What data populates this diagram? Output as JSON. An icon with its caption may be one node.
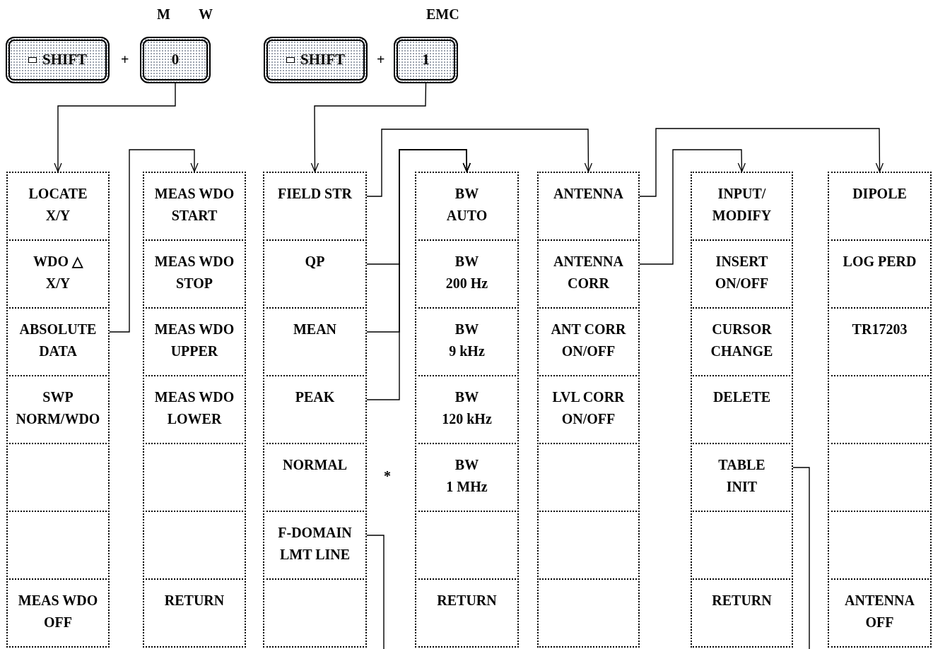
{
  "diagram": {
    "nodes": [
      {
        "text": [
          "SHIFT"
        ]
      },
      {
        "text": [
          "0"
        ]
      },
      {
        "text": [
          "SHIFT"
        ]
      },
      {
        "text": [
          "1"
        ]
      },
      {
        "text": [
          "LOCATE X/Y"
        ]
      },
      {
        "text": [
          "WDO △ X/Y"
        ]
      },
      {
        "text": [
          "ABSOLUTE DATA"
        ]
      },
      {
        "text": [
          "SWP NORM/WDO"
        ]
      },
      {
        "text": [],
        "shape": "box"
      },
      {
        "text": [],
        "shape": "box"
      },
      {
        "text": [
          "MEAS WDO OFF"
        ]
      },
      {
        "text": [
          "MEAS WDO START"
        ]
      },
      {
        "text": [
          "MEAS WDO STOP"
        ]
      },
      {
        "text": [
          "MEAS WDO UPPER"
        ]
      },
      {
        "text": [
          "MEAS WDO LOWER"
        ]
      },
      {
        "text": [],
        "shape": "box"
      },
      {
        "text": [],
        "shape": "box"
      },
      {
        "text": [
          "RETURN"
        ]
      },
      {
        "text": [
          "FIELD STR"
        ]
      },
      {
        "text": [
          "QP"
        ]
      },
      {
        "text": [
          "MEAN"
        ]
      },
      {
        "text": [
          "PEAK"
        ]
      },
      {
        "text": [
          "NORMAL"
        ]
      },
      {
        "text": [
          "F-DOMAIN LMT LINE"
        ]
      },
      {
        "text": [],
        "shape": "box"
      },
      {
        "text": [
          "BW AUTO"
        ]
      },
      {
        "text": [
          "BW 200 Hz"
        ]
      },
      {
        "text": [
          "BW 9 kHz"
        ]
      },
      {
        "text": [
          "BW 120 kHz"
        ]
      },
      {
        "text": [
          "BW 1 MHz"
        ]
      },
      {
        "text": [],
        "shape": "box"
      },
      {
        "text": [
          "RETURN"
        ]
      },
      {
        "text": [
          "ANTENNA"
        ]
      },
      {
        "text": [
          "ANTENNA CORR"
        ]
      },
      {
        "text": [
          "ANT CORR ON/OFF"
        ]
      },
      {
        "text": [
          "LVL CORR ON/OFF"
        ]
      },
      {
        "text": [],
        "shape": "box"
      },
      {
        "text": [],
        "shape": "box"
      },
      {
        "text": [],
        "shape": "box"
      },
      {
        "text": [
          "INPUT/ MODIFY"
        ]
      },
      {
        "text": [
          "INSERT ON/OFF"
        ]
      },
      {
        "text": [
          "CURSOR CHANGE"
        ]
      },
      {
        "text": [
          "DELETE"
        ]
      },
      {
        "text": [
          "TABLE INIT"
        ]
      },
      {
        "text": [],
        "shape": "box"
      },
      {
        "text": [
          "RETURN"
        ]
      },
      {
        "text": [
          "DIPOLE"
        ]
      },
      {
        "text": [
          "LOG PERD"
        ]
      },
      {
        "text": [
          "TR17203"
        ]
      },
      {
        "text": [],
        "shape": "box"
      },
      {
        "text": [],
        "shape": "box"
      },
      {
        "text": [],
        "shape": "box"
      },
      {
        "text": [
          "ANTENNA OFF"
        ]
      }
    ],
    "edges": [
      {
        "from": 1,
        "to": 4,
        "arrow": "to"
      },
      {
        "from": 3,
        "to": 18,
        "arrow": "to"
      },
      {
        "from": 6,
        "to": 11,
        "arrow": "to"
      },
      {
        "from": 18,
        "to": 32,
        "arrow": "to"
      },
      {
        "from": 19,
        "to": 25,
        "arrow": "to"
      },
      {
        "from": 20,
        "to": 25,
        "arrow": "to"
      },
      {
        "from": 21,
        "to": 25,
        "arrow": "to"
      },
      {
        "from": 32,
        "to": 46,
        "arrow": "to"
      },
      {
        "from": 33,
        "to": 39,
        "arrow": "to"
      },
      {
        "from": 23,
        "to": null,
        "arrow": "none"
      },
      {
        "from": 43,
        "to": null,
        "arrow": "none"
      }
    ],
    "labels": [
      "M",
      "W",
      "EMC",
      "+",
      "+",
      "*"
    ]
  }
}
